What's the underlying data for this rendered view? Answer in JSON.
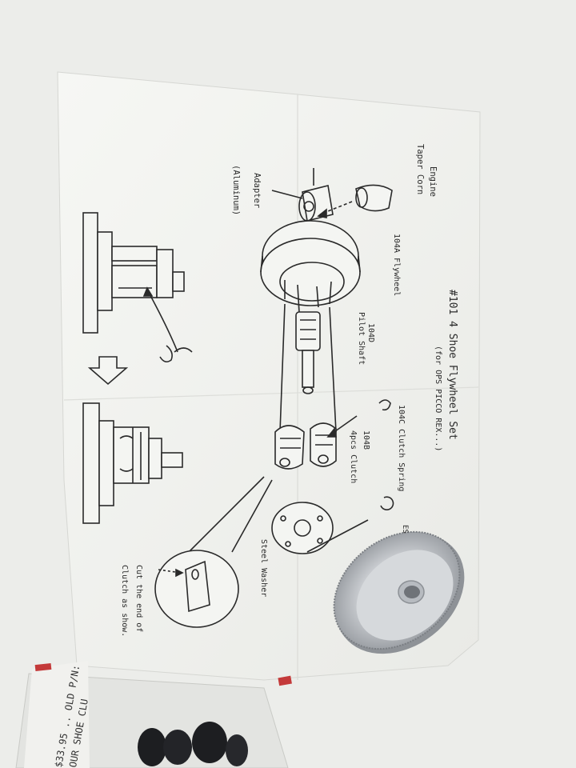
{
  "instruction_sheet": {
    "title": "#101 4 Shoe Flywheel Set",
    "subtitle": "(for OPS PICCO REX...)",
    "labels": {
      "engine": "Engine",
      "taper_corn": "Taper Corn",
      "adapter": "Adapter",
      "aluminum": "(Aluminum)",
      "flywheel": "104A Flywheel",
      "pilot_num": "104D",
      "pilot_shaft": "Pilot Shaft",
      "clutch_spring": "104C Clutch Spring",
      "clutch_num": "104B",
      "clutch_pcs": "4pcs Clutch",
      "steel_washer": "Steel Washer",
      "cut_line1": "Cut the end of",
      "cut_line2": "Clutch as show.",
      "edge_code": "ES"
    }
  },
  "bag_label": {
    "line1": "OUR SHOE CLU",
    "line2": "$33.95 .. OLD P/N:"
  },
  "colors": {
    "background": "#ecedea",
    "paper": "#f4f5f2",
    "ink": "#2a2a2a",
    "aluminum": "#c9ccd0",
    "rubber": "#1d1e21"
  }
}
